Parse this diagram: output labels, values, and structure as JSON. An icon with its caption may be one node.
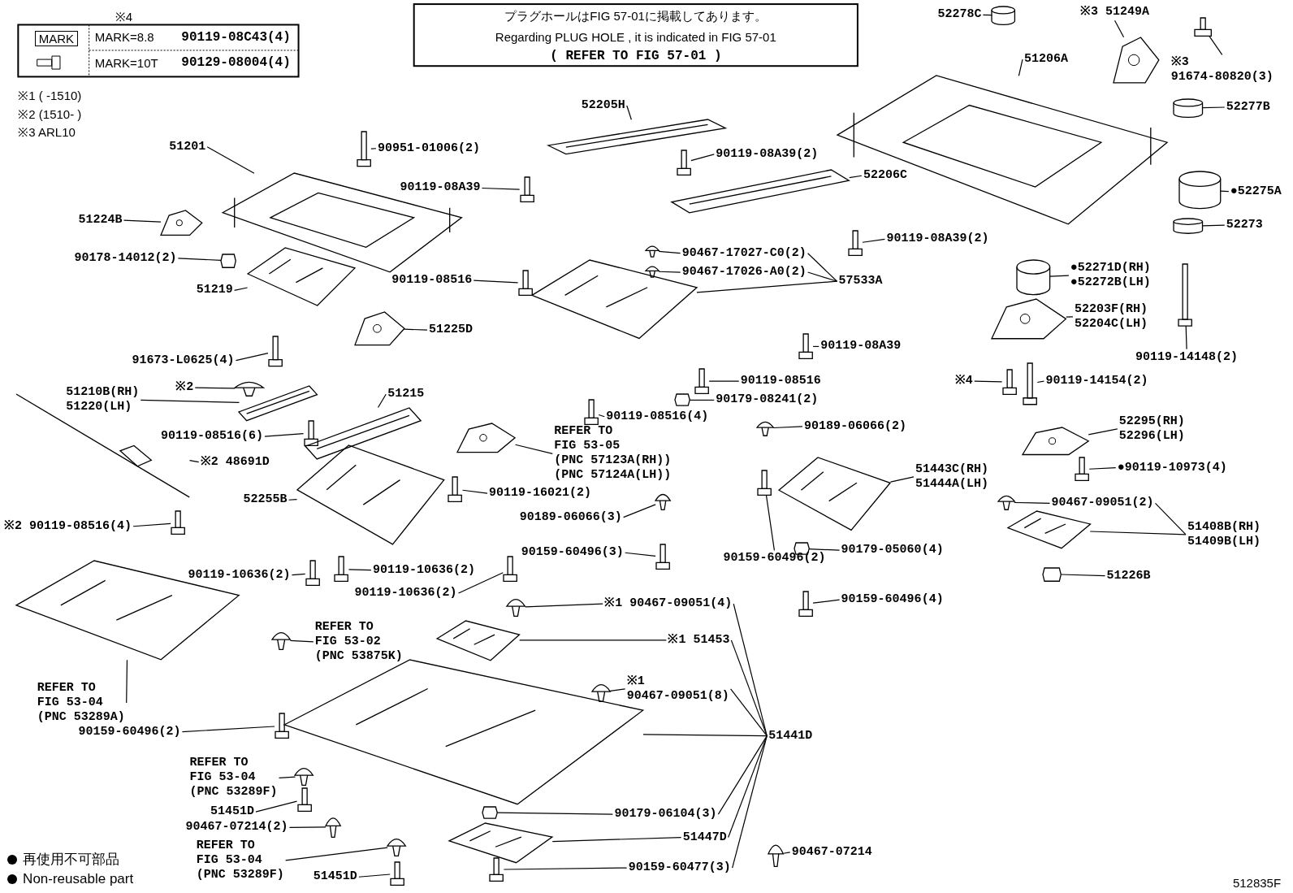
{
  "diagram": {
    "nodes": [
      {
        "text": [
          "51201"
        ]
      },
      {
        "text": [],
        "shape": "picture"
      },
      {
        "text": [
          "51224B"
        ]
      },
      {
        "text": [],
        "shape": "picture"
      },
      {
        "text": [
          "90178-14012(2)"
        ]
      },
      {
        "text": [],
        "shape": "picture"
      },
      {
        "text": [
          "51219"
        ]
      },
      {
        "text": [],
        "shape": "picture"
      },
      {
        "text": [
          "51225D"
        ]
      },
      {
        "text": [],
        "shape": "picture"
      },
      {
        "text": [
          "91673-L0625(4)"
        ]
      },
      {
        "text": [],
        "shape": "picture"
      },
      {
        "text": [
          "90951-01006(2)"
        ]
      },
      {
        "text": [],
        "shape": "picture"
      },
      {
        "text": [
          "51210B(RH)",
          "51220(LH)"
        ]
      },
      {
        "text": [],
        "shape": "picture"
      },
      {
        "text": [
          "※2"
        ]
      },
      {
        "text": [],
        "shape": "picture"
      },
      {
        "text": [
          "90119-08516(6)"
        ]
      },
      {
        "text": [],
        "shape": "picture"
      },
      {
        "text": [
          "※2 48691D"
        ]
      },
      {
        "text": [],
        "shape": "picture"
      },
      {
        "text": [
          "※2 90119-08516(4)"
        ]
      },
      {
        "text": [],
        "shape": "picture"
      },
      {
        "text": [
          "51215"
        ]
      },
      {
        "text": [],
        "shape": "picture"
      },
      {
        "text": [
          "52255B"
        ]
      },
      {
        "text": [],
        "shape": "picture"
      },
      {
        "text": [
          "90119-10636(2)"
        ]
      },
      {
        "text": [],
        "shape": "picture"
      },
      {
        "text": [
          "90119-10636(2)"
        ]
      },
      {
        "text": [],
        "shape": "picture"
      },
      {
        "text": [
          "90119-10636(2)"
        ]
      },
      {
        "text": [],
        "shape": "picture"
      },
      {
        "text": [
          "REFER TO",
          "FIG 53-05",
          "(PNC 57123A(RH))",
          "(PNC 57124A(LH))"
        ]
      },
      {
        "text": [],
        "shape": "picture"
      },
      {
        "text": [
          "90119-16021(2)"
        ]
      },
      {
        "text": [],
        "shape": "picture"
      },
      {
        "text": [
          "52205H"
        ]
      },
      {
        "text": [],
        "shape": "picture"
      },
      {
        "text": [
          "90119-08A39(2)"
        ]
      },
      {
        "text": [],
        "shape": "picture"
      },
      {
        "text": [
          "90119-08A39"
        ]
      },
      {
        "text": [],
        "shape": "picture"
      },
      {
        "text": [
          "52206C"
        ]
      },
      {
        "text": [],
        "shape": "picture"
      },
      {
        "text": [
          "90119-08A39(2)"
        ]
      },
      {
        "text": [],
        "shape": "picture"
      },
      {
        "text": [
          "90467-17027-C0(2)"
        ]
      },
      {
        "text": [],
        "shape": "picture"
      },
      {
        "text": [
          "90467-17026-A0(2)"
        ]
      },
      {
        "text": [],
        "shape": "picture"
      },
      {
        "text": [
          "57533A"
        ]
      },
      {
        "text": [],
        "shape": "picture"
      },
      {
        "text": [
          "90119-08516"
        ]
      },
      {
        "text": [],
        "shape": "picture"
      },
      {
        "text": [
          "90119-08A39"
        ]
      },
      {
        "text": [],
        "shape": "picture"
      },
      {
        "text": [
          "90119-08516"
        ]
      },
      {
        "text": [],
        "shape": "picture"
      },
      {
        "text": [
          "90179-08241(2)"
        ]
      },
      {
        "text": [],
        "shape": "picture"
      },
      {
        "text": [
          "90119-08516(4)"
        ]
      },
      {
        "text": [],
        "shape": "picture"
      },
      {
        "text": [
          "52278C"
        ]
      },
      {
        "text": [],
        "shape": "picture"
      },
      {
        "text": [
          "※3 51249A"
        ]
      },
      {
        "text": [],
        "shape": "picture"
      },
      {
        "text": [
          "※3",
          "91674-80820(3)"
        ]
      },
      {
        "text": [],
        "shape": "picture"
      },
      {
        "text": [
          "51206A"
        ]
      },
      {
        "text": [],
        "shape": "picture"
      },
      {
        "text": [
          "52277B"
        ]
      },
      {
        "text": [],
        "shape": "picture"
      },
      {
        "text": [
          "●52275A"
        ]
      },
      {
        "text": [],
        "shape": "picture"
      },
      {
        "text": [
          "52273"
        ]
      },
      {
        "text": [],
        "shape": "picture"
      },
      {
        "text": [
          "●52271D(RH)",
          "●52272B(LH)"
        ]
      },
      {
        "text": [],
        "shape": "picture"
      },
      {
        "text": [
          "52203F(RH)",
          "52204C(LH)"
        ]
      },
      {
        "text": [],
        "shape": "picture"
      },
      {
        "text": [
          "90119-14148(2)"
        ]
      },
      {
        "text": [],
        "shape": "picture"
      },
      {
        "text": [
          "※4"
        ]
      },
      {
        "text": [],
        "shape": "picture"
      },
      {
        "text": [
          "90119-14154(2)"
        ]
      },
      {
        "text": [],
        "shape": "picture"
      },
      {
        "text": [
          "52295(RH)",
          "52296(LH)"
        ]
      },
      {
        "text": [],
        "shape": "picture"
      },
      {
        "text": [
          "●90119-10973(4)"
        ]
      },
      {
        "text": [],
        "shape": "picture"
      },
      {
        "text": [
          "90467-09051(2)"
        ]
      },
      {
        "text": [],
        "shape": "picture"
      },
      {
        "text": [
          "51408B(RH)",
          "51409B(LH)"
        ]
      },
      {
        "text": [],
        "shape": "picture"
      },
      {
        "text": [
          "51226B"
        ]
      },
      {
        "text": [],
        "shape": "picture"
      },
      {
        "text": [
          "90189-06066(2)"
        ]
      },
      {
        "text": [],
        "shape": "picture"
      },
      {
        "text": [
          "51443C(RH)",
          "51444A(LH)"
        ]
      },
      {
        "text": [],
        "shape": "picture"
      },
      {
        "text": [
          "90159-60496(2)"
        ]
      },
      {
        "text": [],
        "shape": "picture"
      },
      {
        "text": [
          "90179-05060(4)"
        ]
      },
      {
        "text": [],
        "shape": "picture"
      },
      {
        "text": [
          "90159-60496(4)"
        ]
      },
      {
        "text": [],
        "shape": "picture"
      },
      {
        "text": [
          "90189-06066(3)"
        ]
      },
      {
        "text": [],
        "shape": "picture"
      },
      {
        "text": [
          "90159-60496(3)"
        ]
      },
      {
        "text": [],
        "shape": "picture"
      },
      {
        "text": [
          "REFER TO",
          "FIG 53-04",
          "(PNC 53289A)"
        ]
      },
      {
        "text": [],
        "shape": "picture"
      },
      {
        "text": [
          "REFER TO",
          "FIG 53-02",
          "(PNC 53875K)"
        ]
      },
      {
        "text": [],
        "shape": "picture"
      },
      {
        "text": [
          "90159-60496(2)"
        ]
      },
      {
        "text": [],
        "shape": "picture"
      },
      {
        "text": [
          "※1 90467-09051(4)"
        ]
      },
      {
        "text": [],
        "shape": "picture"
      },
      {
        "text": [
          "※1 51453"
        ]
      },
      {
        "text": [],
        "shape": "picture"
      },
      {
        "text": [
          "※1",
          "90467-09051(8)"
        ]
      },
      {
        "text": [],
        "shape": "picture"
      },
      {
        "text": [
          "51441D"
        ]
      },
      {
        "text": [],
        "shape": "picture"
      },
      {
        "text": [
          "REFER TO",
          "FIG 53-04",
          "(PNC 53289F)"
        ]
      },
      {
        "text": [],
        "shape": "picture"
      },
      {
        "text": [
          "51451D"
        ]
      },
      {
        "text": [],
        "shape": "picture"
      },
      {
        "text": [
          "90467-07214(2)"
        ]
      },
      {
        "text": [],
        "shape": "picture"
      },
      {
        "text": [
          "90179-06104(3)"
        ]
      },
      {
        "text": [],
        "shape": "picture"
      },
      {
        "text": [
          "REFER TO",
          "FIG 53-04",
          "(PNC 53289F)"
        ]
      },
      {
        "text": [],
        "shape": "picture"
      },
      {
        "text": [
          "51451D"
        ]
      },
      {
        "text": [],
        "shape": "picture"
      },
      {
        "text": [
          "51447D"
        ]
      },
      {
        "text": [],
        "shape": "picture"
      },
      {
        "text": [
          "90159-60477(3)"
        ]
      },
      {
        "text": [],
        "shape": "picture"
      },
      {
        "text": [
          "90467-07214"
        ]
      },
      {
        "text": [],
        "shape": "picture"
      }
    ],
    "edges": [
      {
        "from": 0,
        "to": 1,
        "arrow": "none"
      },
      {
        "from": 2,
        "to": 3,
        "arrow": "none"
      },
      {
        "from": 4,
        "to": 5,
        "arrow": "none"
      },
      {
        "from": 6,
        "to": 7,
        "arrow": "none"
      },
      {
        "from": 8,
        "to": 9,
        "arrow": "none"
      },
      {
        "from": 10,
        "to": 11,
        "arrow": "none"
      },
      {
        "from": 12,
        "to": 13,
        "arrow": "none"
      },
      {
        "from": 14,
        "to": 15,
        "arrow": "none"
      },
      {
        "from": 16,
        "to": 17,
        "arrow": "none"
      },
      {
        "from": 18,
        "to": 19,
        "arrow": "none"
      },
      {
        "from": 20,
        "to": 21,
        "arrow": "none"
      },
      {
        "from": 22,
        "to": 23,
        "arrow": "none"
      },
      {
        "from": 24,
        "to": 25,
        "arrow": "none"
      },
      {
        "from": 26,
        "to": 27,
        "arrow": "none"
      },
      {
        "from": 28,
        "to": 29,
        "arrow": "none"
      },
      {
        "from": 30,
        "to": 31,
        "arrow": "none"
      },
      {
        "from": 32,
        "to": 33,
        "arrow": "none"
      },
      {
        "from": 34,
        "to": 35,
        "arrow": "none"
      },
      {
        "from": 36,
        "to": 37,
        "arrow": "none"
      },
      {
        "from": 38,
        "to": 39,
        "arrow": "none"
      },
      {
        "from": 40,
        "to": 41,
        "arrow": "none"
      },
      {
        "from": 42,
        "to": 43,
        "arrow": "none"
      },
      {
        "from": 44,
        "to": 45,
        "arrow": "none"
      },
      {
        "from": 46,
        "to": 47,
        "arrow": "none"
      },
      {
        "from": 48,
        "to": 49,
        "arrow": "none"
      },
      {
        "from": 50,
        "to": 51,
        "arrow": "none"
      },
      {
        "from": 52,
        "to": 53,
        "arrow": "none"
      },
      {
        "from": 54,
        "to": 55,
        "arrow": "none"
      },
      {
        "from": 56,
        "to": 57,
        "arrow": "none"
      },
      {
        "from": 58,
        "to": 59,
        "arrow": "none"
      },
      {
        "from": 60,
        "to": 61,
        "arrow": "none"
      },
      {
        "from": 62,
        "to": 63,
        "arrow": "none"
      },
      {
        "from": 64,
        "to": 65,
        "arrow": "none"
      },
      {
        "from": 66,
        "to": 67,
        "arrow": "none"
      },
      {
        "from": 68,
        "to": 69,
        "arrow": "none"
      },
      {
        "from": 70,
        "to": 71,
        "arrow": "none"
      },
      {
        "from": 72,
        "to": 73,
        "arrow": "none"
      },
      {
        "from": 74,
        "to": 75,
        "arrow": "none"
      },
      {
        "from": 76,
        "to": 77,
        "arrow": "none"
      },
      {
        "from": 78,
        "to": 79,
        "arrow": "none"
      },
      {
        "from": 80,
        "to": 81,
        "arrow": "none"
      },
      {
        "from": 82,
        "to": 83,
        "arrow": "none"
      },
      {
        "from": 84,
        "to": 85,
        "arrow": "none"
      },
      {
        "from": 86,
        "to": 87,
        "arrow": "none"
      },
      {
        "from": 88,
        "to": 89,
        "arrow": "none"
      },
      {
        "from": 90,
        "to": 91,
        "arrow": "none"
      },
      {
        "from": 92,
        "to": 93,
        "arrow": "none"
      },
      {
        "from": 94,
        "to": 95,
        "arrow": "none"
      },
      {
        "from": 96,
        "to": 97,
        "arrow": "none"
      },
      {
        "from": 98,
        "to": 99,
        "arrow": "none"
      },
      {
        "from": 100,
        "to": 101,
        "arrow": "none"
      },
      {
        "from": 102,
        "to": 103,
        "arrow": "none"
      },
      {
        "from": 104,
        "to": 105,
        "arrow": "none"
      },
      {
        "from": 106,
        "to": 107,
        "arrow": "none"
      },
      {
        "from": 108,
        "to": 109,
        "arrow": "none"
      },
      {
        "from": 110,
        "to": 111,
        "arrow": "none"
      },
      {
        "from": 112,
        "to": 113,
        "arrow": "none"
      },
      {
        "from": 114,
        "to": 115,
        "arrow": "none"
      },
      {
        "from": 116,
        "to": 117,
        "arrow": "none"
      },
      {
        "from": 118,
        "to": 119,
        "arrow": "none"
      },
      {
        "from": 120,
        "to": 121,
        "arrow": "none"
      },
      {
        "from": 122,
        "to": 123,
        "arrow": "none"
      },
      {
        "from": 124,
        "to": 125,
        "arrow": "none"
      },
      {
        "from": 126,
        "to": 127,
        "arrow": "none"
      },
      {
        "from": 128,
        "to": 129,
        "arrow": "none"
      },
      {
        "from": 130,
        "to": 131,
        "arrow": "none"
      },
      {
        "from": 132,
        "to": 133,
        "arrow": "none"
      },
      {
        "from": 134,
        "to": 135,
        "arrow": "none"
      },
      {
        "from": 136,
        "to": 137,
        "arrow": "none"
      },
      {
        "from": 138,
        "to": 139,
        "arrow": "none"
      },
      {
        "from": 140,
        "to": 141,
        "arrow": "none"
      },
      {
        "from": 142,
        "to": 143,
        "arrow": "none"
      },
      {
        "from": 52,
        "to": 48,
        "arrow": "none"
      },
      {
        "from": 52,
        "to": 50,
        "arrow": "none"
      },
      {
        "from": 94,
        "to": 92,
        "arrow": "none"
      },
      {
        "from": 124,
        "to": 118,
        "arrow": "none"
      },
      {
        "from": 124,
        "to": 120,
        "arrow": "none"
      },
      {
        "from": 124,
        "to": 122,
        "arrow": "none"
      },
      {
        "from": 124,
        "to": 132,
        "arrow": "none"
      },
      {
        "from": 124,
        "to": 138,
        "arrow": "none"
      },
      {
        "from": 124,
        "to": 140,
        "arrow": "none"
      }
    ],
    "labels": [
      "※4",
      "MARK",
      "MARK=8.8",
      "90119-08C43(4)",
      "MARK=10T",
      "90129-08004(4)",
      "※1 ( -1510)",
      "※2 (1510- )",
      "※3 ARL10",
      "プラグホールはFIG 57-01に掲載してあります。",
      "Regarding PLUG HOLE , it is indicated in FIG 57-01",
      "( REFER TO FIG 57-01 )",
      "512835F"
    ],
    "legend": [
      {
        "text": "再使用不可部品"
      },
      {
        "text": "Non-reusable part"
      }
    ]
  }
}
